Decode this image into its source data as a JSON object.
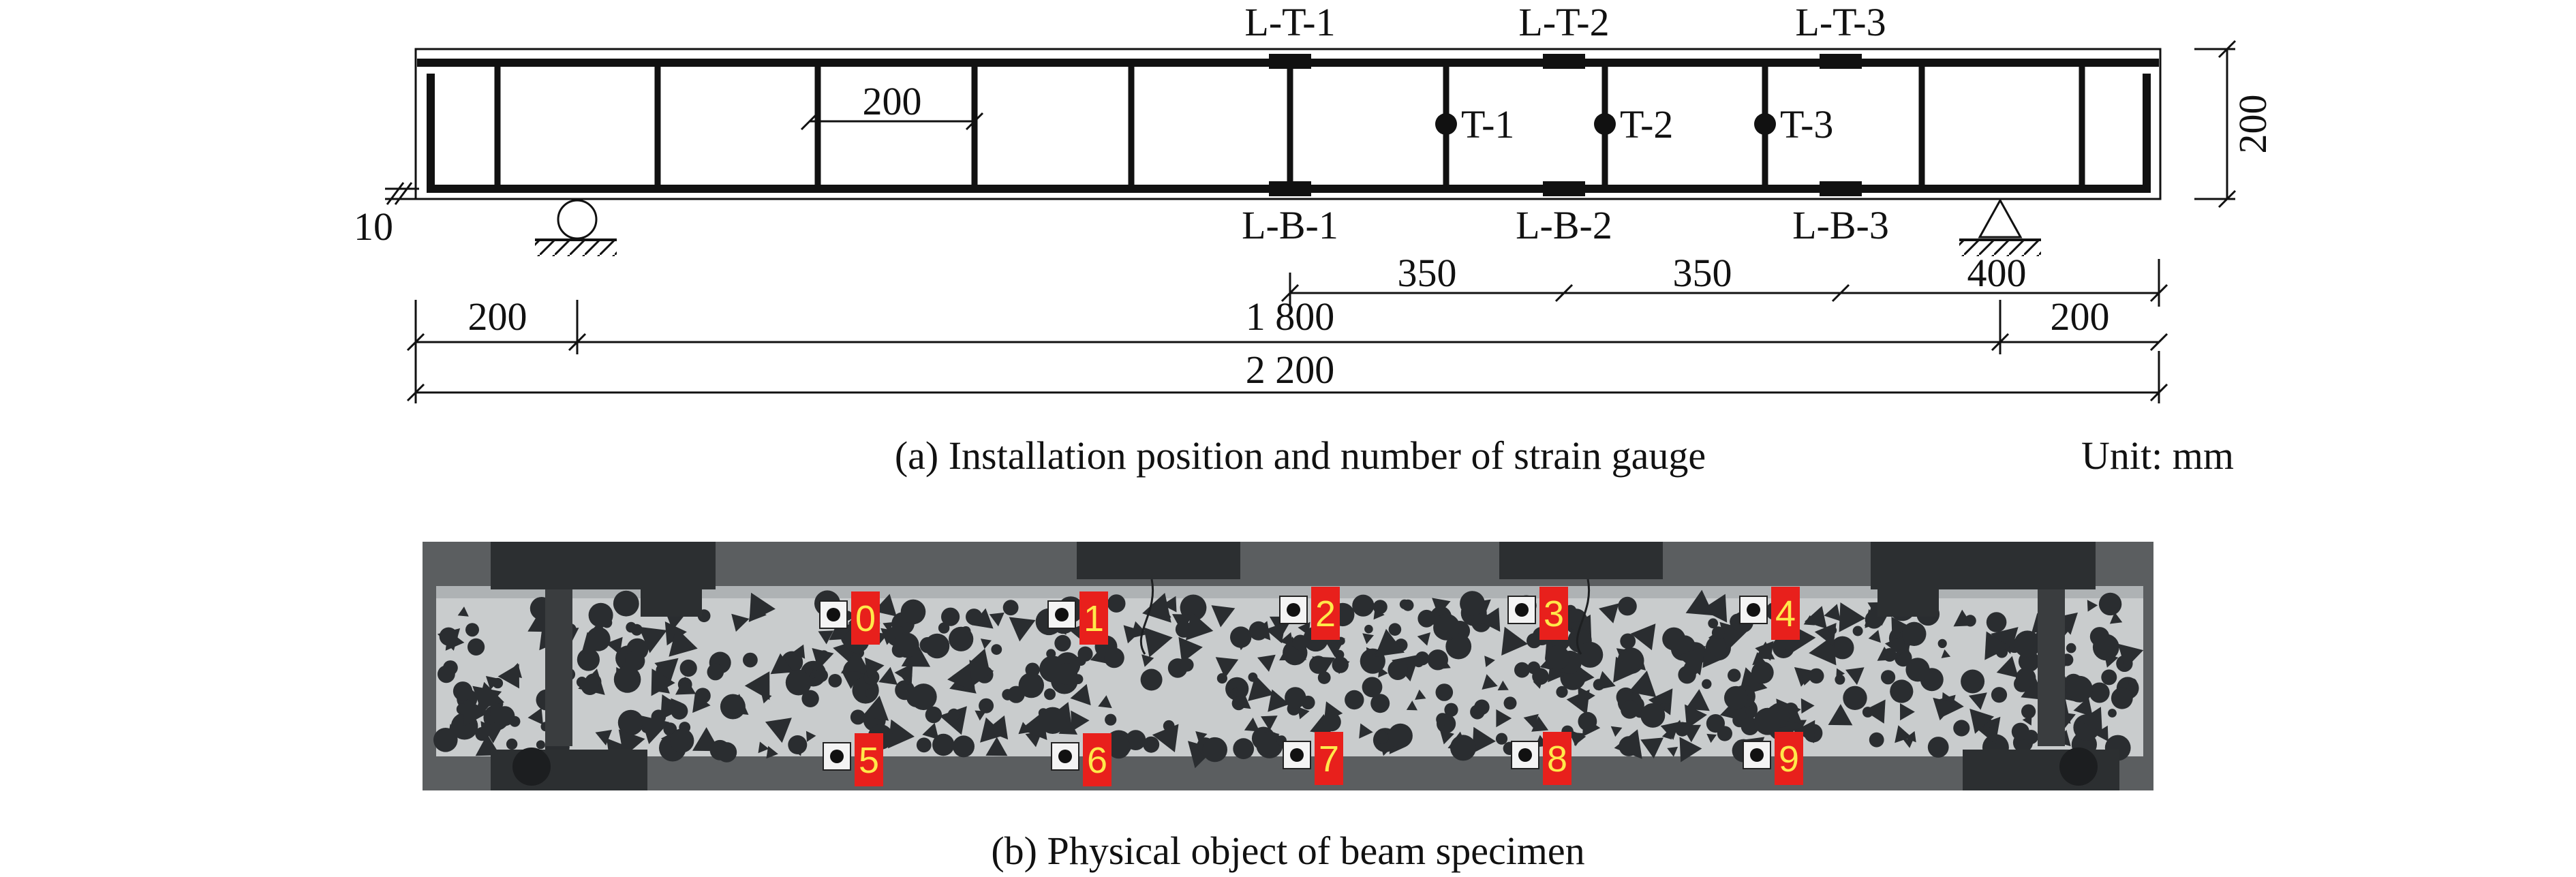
{
  "colors": {
    "ink": "#111111",
    "badge_fill": "#e8201c",
    "badge_text": "#ffe94a",
    "photo_surface": "#c9cccd",
    "photo_dark": "#2a2d30"
  },
  "diagram": {
    "gauges": {
      "top": [
        "L-T-1",
        "L-T-2",
        "L-T-3"
      ],
      "mid": [
        "T-1",
        "T-2",
        "T-3"
      ],
      "bottom": [
        "L-B-1",
        "L-B-2",
        "L-B-3"
      ]
    },
    "stirrup_spacing": "200",
    "height": "200",
    "cover": "10",
    "dims_row1": [
      "350",
      "350",
      "400"
    ],
    "dims_row2": [
      "200",
      "1 800",
      "200"
    ],
    "total": "2 200",
    "caption_a": "(a) Installation position and number of strain gauge",
    "unit": "Unit: mm"
  },
  "photo": {
    "markers": [
      "0",
      "1",
      "2",
      "3",
      "4",
      "5",
      "6",
      "7",
      "8",
      "9"
    ],
    "caption_b": "(b) Physical object of beam specimen"
  }
}
